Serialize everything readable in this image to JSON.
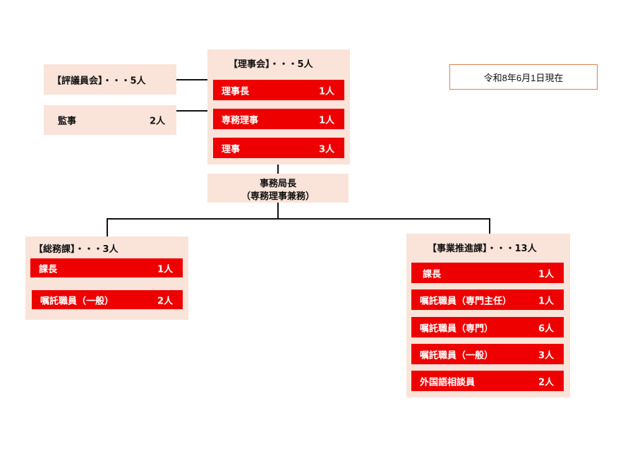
{
  "as_of_date": "令和8年6月1日現在",
  "board": {
    "title": "【理事会】・・・5人",
    "members": [
      {
        "label": "理事長",
        "count": "1人"
      },
      {
        "label": "専務理事",
        "count": "1人"
      },
      {
        "label": "理事",
        "count": "3人"
      }
    ]
  },
  "councillors": {
    "label": "【評議員会】・・・5人"
  },
  "auditors": {
    "label": "監事",
    "count": "2人"
  },
  "secretary_general": {
    "line1": "事務局長",
    "line2": "（専務理事兼務）"
  },
  "general_affairs": {
    "title": "【総務課】・・・3人",
    "members": [
      {
        "label": "課長",
        "count": "1人"
      },
      {
        "label": "嘱託職員（一般）",
        "count": "2人"
      }
    ]
  },
  "business_promotion": {
    "title": "【事業推進課】・・・13人",
    "members": [
      {
        "label": "課長",
        "count": "1人"
      },
      {
        "label": "嘱託職員（専門主任）",
        "count": "1人"
      },
      {
        "label": "嘱託職員（専門）",
        "count": "6人"
      },
      {
        "label": "嘱託職員（一般）",
        "count": "3人"
      },
      {
        "label": "外国語相談員",
        "count": "2人"
      }
    ]
  }
}
